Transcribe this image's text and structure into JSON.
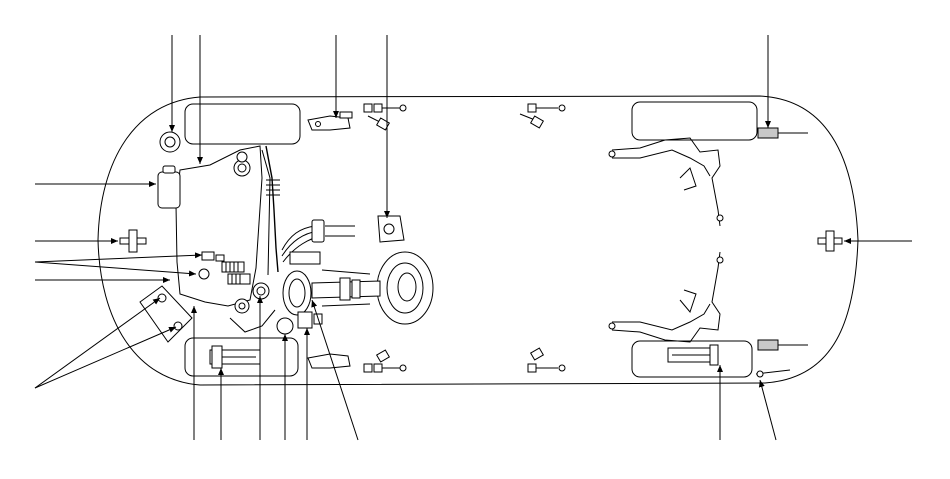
{
  "diagram": {
    "type": "vehicle-chassis-component-locator",
    "view": "top",
    "line_color": "#000000",
    "background": "#ffffff",
    "callout_count": 19
  }
}
